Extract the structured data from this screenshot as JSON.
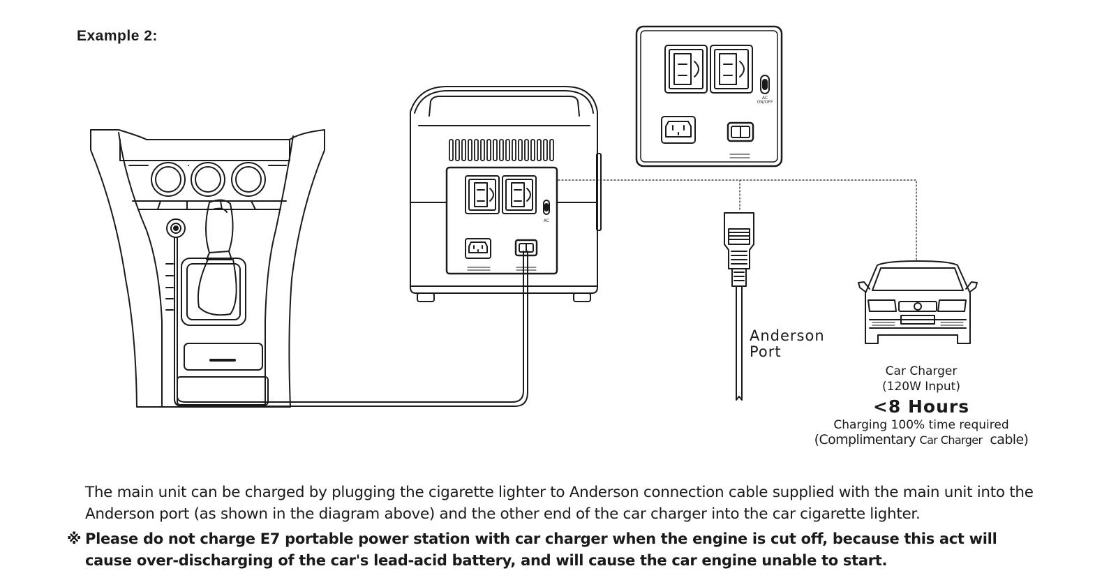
{
  "heading": "Example 2:",
  "device": {
    "ac_switch_label": "AC ON/OFF"
  },
  "labels": {
    "anderson_line1": "Anderson",
    "anderson_line2": "Port"
  },
  "car_charger": {
    "name": "Car Charger",
    "input": "(120W Input)",
    "time": "<8 Hours",
    "requirement": "Charging 100% time required",
    "note_open": "(Complimentary ",
    "note_mid": "Car Charger",
    "note_close": "  cable)"
  },
  "description": "The main unit can be charged by plugging the cigarette lighter to Anderson connection cable supplied with the main unit into the Anderson port (as shown in the diagram above) and the other end of the car charger into the car cigarette lighter.",
  "warning": {
    "mark": "※",
    "text": "Please do not charge E7 portable power station with car charger when the engine is cut off, because this act will cause over-discharging of the car's lead-acid battery, and will cause the car engine unable to start."
  }
}
